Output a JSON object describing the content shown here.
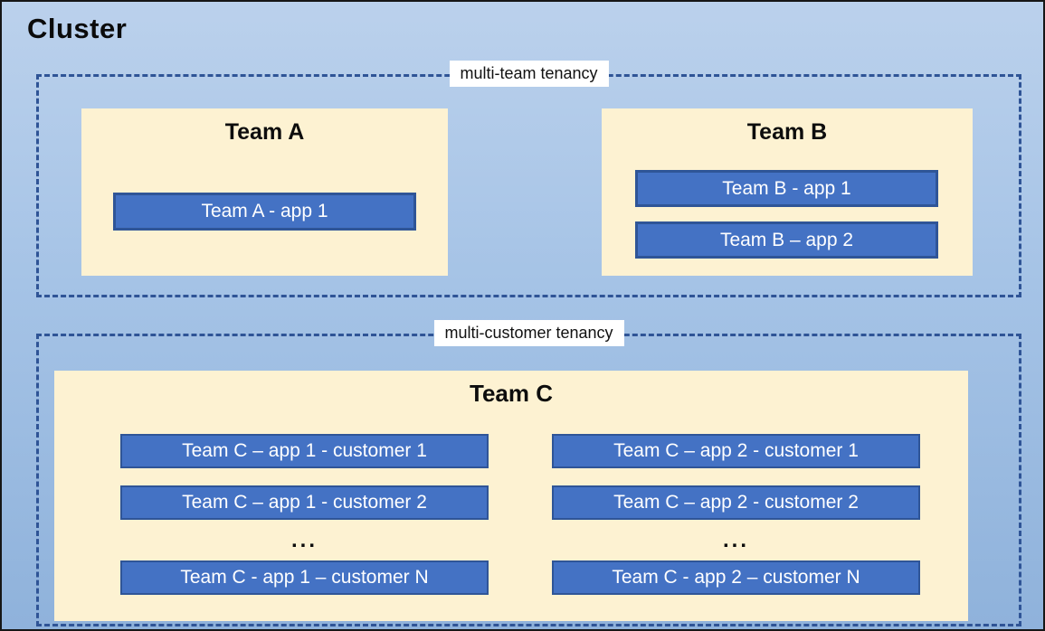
{
  "cluster": {
    "title": "Cluster"
  },
  "zones": [
    {
      "label": "multi-team tenancy",
      "teams": [
        {
          "name": "Team A",
          "apps": [
            "Team A - app 1"
          ]
        },
        {
          "name": "Team B",
          "apps": [
            "Team B - app 1",
            "Team B – app 2"
          ]
        }
      ]
    },
    {
      "label": "multi-customer tenancy",
      "teams": [
        {
          "name": "Team C",
          "columns": [
            {
              "rows": [
                "Team C – app 1 - customer 1",
                "Team C – app 1 - customer 2",
                "...",
                "Team C - app 1 – customer N"
              ]
            },
            {
              "rows": [
                "Team C – app 2 - customer 1",
                "Team C – app 2 - customer 2",
                "...",
                "Team C - app 2 – customer N"
              ]
            }
          ]
        }
      ]
    }
  ],
  "colors": {
    "cluster_bg_top": "#BBD1EC",
    "cluster_bg_bottom": "#8FB2DB",
    "outer_border": "#161616",
    "dashed_border": "#2F5496",
    "team_box_bg": "#FDF2D2",
    "app_fill": "#4472C4",
    "app_border": "#2F5597",
    "app_text": "#FFFFFF",
    "label_bg": "#FFFFFF",
    "title_text": "#0B0B0B"
  }
}
